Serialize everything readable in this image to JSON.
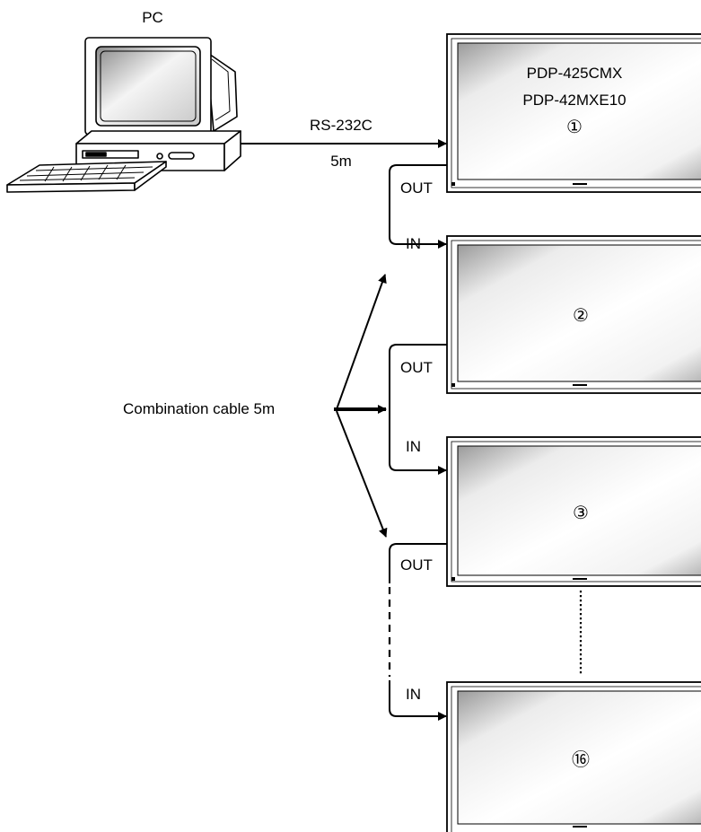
{
  "pc_label": "PC",
  "link_label": "RS-232C",
  "link_length": "5m",
  "cable_label": "Combination cable 5m",
  "display_model_line1": "PDP-425CMX",
  "display_model_line2": "PDP-42MXE10",
  "port_out": "OUT",
  "port_in": "IN",
  "display_numbers": [
    "①",
    "②",
    "③",
    "⑯"
  ]
}
